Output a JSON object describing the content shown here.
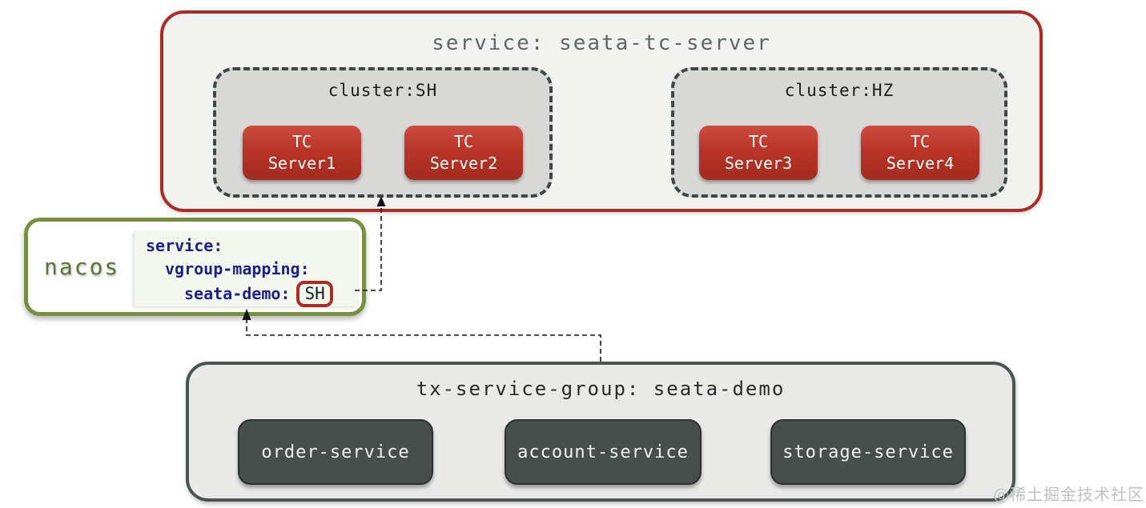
{
  "colors": {
    "accent_red": "#ae2a23",
    "tc_server_red_top": "#cb4d3e",
    "tc_server_red_bottom": "#a22b1f",
    "cluster_fill": "#d8d8d7",
    "cluster_dash_border": "#3d4846",
    "top_box_fill": "#f2f2f1",
    "nacos_green_border": "#78913e",
    "nacos_label_green": "#5a7533",
    "config_navy": "#20208a",
    "config_panel_bg": "#f3f8ef",
    "bottom_box_fill": "#e9e9e8",
    "bottom_box_border": "#4a5553",
    "service_box_fill": "#474e4c",
    "title_gray": "#5f6864"
  },
  "tc_service": {
    "title": "service: seata-tc-server",
    "clusters": [
      {
        "label": "cluster:SH",
        "servers": [
          {
            "l1": "TC",
            "l2": "Server1"
          },
          {
            "l1": "TC",
            "l2": "Server2"
          }
        ]
      },
      {
        "label": "cluster:HZ",
        "servers": [
          {
            "l1": "TC",
            "l2": "Server3"
          },
          {
            "l1": "TC",
            "l2": "Server4"
          }
        ]
      }
    ]
  },
  "nacos": {
    "label": "nacos",
    "config": {
      "line1": "service:",
      "line2": "vgroup-mapping:",
      "line3_key": "seata-demo:",
      "line3_value": "SH"
    }
  },
  "tx_group": {
    "title": "tx-service-group: seata-demo",
    "services": [
      "order-service",
      "account-service",
      "storage-service"
    ]
  },
  "watermark": "@稀土掘金技术社区"
}
